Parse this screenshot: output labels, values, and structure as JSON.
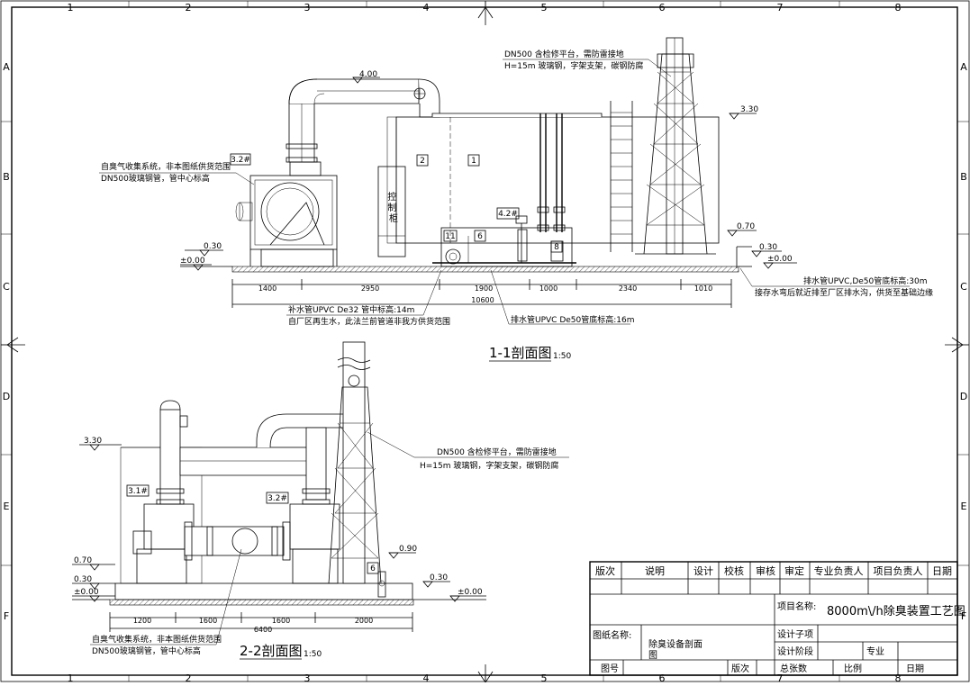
{
  "grid": {
    "cols": [
      "1",
      "2",
      "3",
      "4",
      "5",
      "6",
      "7",
      "8"
    ],
    "rows": [
      "A",
      "B",
      "C",
      "D",
      "E",
      "F"
    ]
  },
  "section1": {
    "title": "1-1剖面图",
    "scale": "1:50",
    "notes": {
      "stack_1": "DN500 含检修平台，需防雷接地",
      "stack_2": "H=15m 玻璃钢，字架支架，碳钢防腐",
      "gas_1": "自臭气收集系统，非本图纸供货范围",
      "gas_2": "DN500玻璃钢管，管中心标高",
      "makeup_1": "补水管UPVC De32 管中标高:14m",
      "makeup_2": "自厂区再生水，此法兰前管道非我方供货范围",
      "drain_1": "排水管UPVC De50管底标高:16m",
      "drain2_1": "排水管UPVC,De50管底标高:30m",
      "drain2_2": "接存水弯后就近排至厂区排水沟，供货至基础边缘"
    },
    "elevations": {
      "top": "4.00",
      "right_top": "3.30",
      "left": "0.30",
      "zero_l": "±0.00",
      "r1": "0.70",
      "r2": "0.30",
      "zero_r": "±0.00"
    },
    "tags": {
      "fan": "3.2#",
      "u1": "1",
      "u2": "2",
      "u11": "11",
      "u6": "6",
      "u8": "8",
      "u42": "4.2#"
    },
    "panel_label": "控制柜",
    "dims": [
      "1400",
      "2950",
      "1900",
      "1000",
      "2340",
      "1010"
    ],
    "dim_total": "10600"
  },
  "section2": {
    "title": "2-2剖面图",
    "scale": "1:50",
    "notes": {
      "stack_1": "DN500 含检修平台，需防雷接地",
      "stack_2": "H=15m 玻璃钢，字架支架，碳钢防腐",
      "gas_1": "自臭气收集系统，非本图纸供货范围",
      "gas_2": "DN500玻璃钢管，管中心标高"
    },
    "elevations": {
      "top": "3.30",
      "e070": "0.70",
      "e030": "0.30",
      "zero": "±0.00",
      "e090": "0.90",
      "r030": "0.30",
      "rzero": "±0.00"
    },
    "tags": {
      "fan1": "3.1#",
      "fan2": "3.2#",
      "u6": "6"
    },
    "dims": [
      "1200",
      "1600",
      "1600",
      "2000"
    ],
    "dim_total": "6400"
  },
  "title_block": {
    "headers": [
      "版次",
      "说明",
      "设计",
      "校核",
      "审核",
      "审定",
      "专业负责人",
      "项目负责人",
      "日期"
    ],
    "project_label": "项目名称:",
    "project_name": "8000m\\/h除臭装置工艺图",
    "drawing_label": "图纸名称:",
    "drawing_name_1": "除臭设备剖面",
    "drawing_name_2": "图",
    "design_item": "设计子项",
    "design_stage": "设计阶段",
    "discipline": "专业",
    "bottom": [
      "图号",
      "版次",
      "总张数",
      "比例",
      "日期"
    ]
  }
}
